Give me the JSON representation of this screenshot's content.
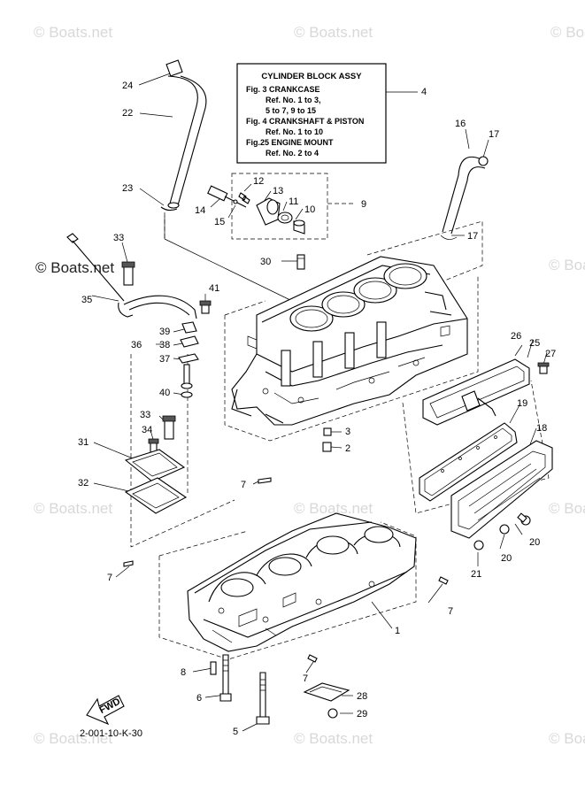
{
  "reference_box": {
    "title": "CYLINDER BLOCK ASSY",
    "lines": [
      "Fig.  3 CRANKCASE",
      "Ref. No. 1 to 3,",
      "5 to 7, 9 to 15",
      "Fig.  4 CRANKSHAFT & PISTON",
      "Ref. No. 1 to 10",
      "Fig.25 ENGINE MOUNT",
      "Ref. No. 2 to 4"
    ]
  },
  "watermark": "© Boats.net",
  "fwd_label": "FWD",
  "footer_code": "2-001-10-K-30",
  "callouts": {
    "c1": "1",
    "c2": "2",
    "c3": "3",
    "c4": "4",
    "c5": "5",
    "c6": "6",
    "c7a": "7",
    "c7b": "7",
    "c7c": "7",
    "c7d": "7",
    "c8": "8",
    "c9": "9",
    "c10": "10",
    "c11": "11",
    "c12": "12",
    "c13": "13",
    "c14": "14",
    "c15": "15",
    "c16": "16",
    "c17a": "17",
    "c17b": "17",
    "c18": "18",
    "c19": "19",
    "c20a": "20",
    "c20b": "20",
    "c21": "21",
    "c22": "22",
    "c23": "23",
    "c24": "24",
    "c25": "25",
    "c26": "26",
    "c27": "27",
    "c28": "28",
    "c29": "29",
    "c30": "30",
    "c31": "31",
    "c32": "32",
    "c33a": "33",
    "c33b": "33",
    "c34": "34",
    "c35": "35",
    "c36": "36",
    "c37": "37",
    "c38": "38",
    "c39": "39",
    "c40": "40",
    "c41": "41"
  }
}
